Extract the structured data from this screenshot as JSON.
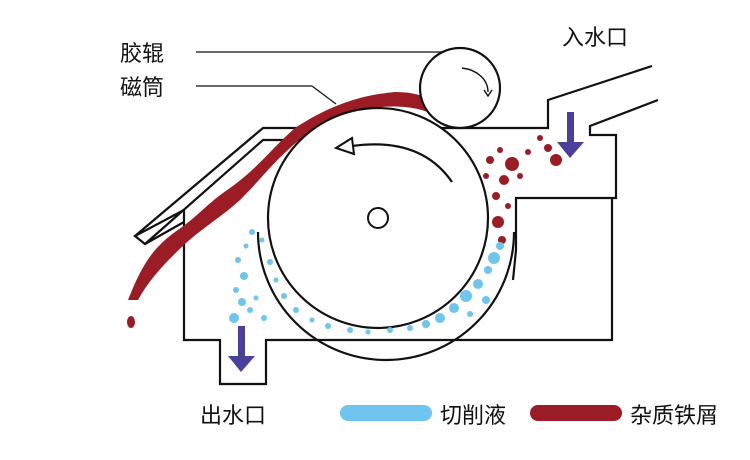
{
  "labels": {
    "rubber_roller": "胶辊",
    "magnetic_drum": "磁筒",
    "inlet": "入水口",
    "outlet": "出水口"
  },
  "legend": [
    {
      "key": "cutting_fluid",
      "label": "切削液",
      "color": "#6ec5ee"
    },
    {
      "key": "iron_debris",
      "label": "杂质铁屑",
      "color": "#9b1c24"
    }
  ],
  "colors": {
    "outline": "#111111",
    "flow_arrow": "#4b3f9c",
    "fluid": "#6ec5ee",
    "debris": "#9b1c24"
  }
}
